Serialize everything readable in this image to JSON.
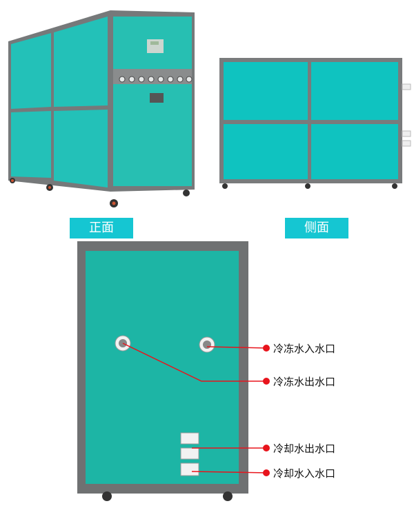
{
  "views": {
    "front": "正面",
    "side": "侧面"
  },
  "callouts": [
    {
      "label": "冷冻水入水口"
    },
    {
      "label": "冷冻水出水口"
    },
    {
      "label": "冷却水出水口"
    },
    {
      "label": "冷却水入水口"
    }
  ],
  "colors": {
    "panel": "#1fc4bd",
    "frame": "#7d7f80",
    "tag": "#15c6d2",
    "callout": "#e8141c"
  }
}
